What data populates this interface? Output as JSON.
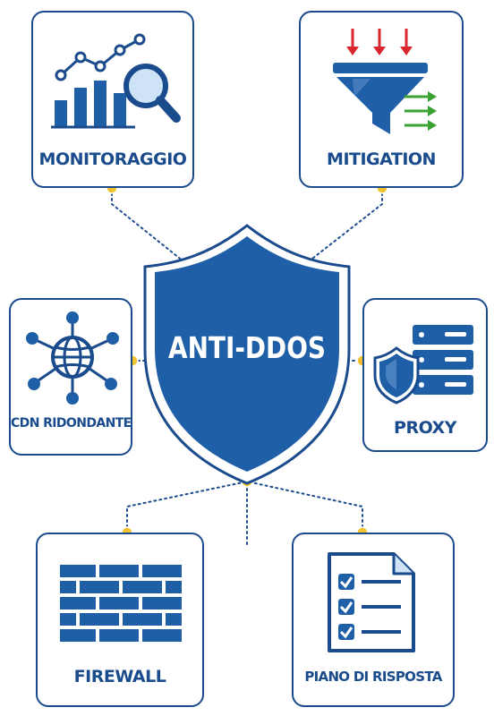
{
  "center": {
    "label": "ANTI-DDOS"
  },
  "nodes": {
    "monitoraggio": {
      "label": "MONITORAGGIO"
    },
    "mitigation": {
      "label": "MITIGATION"
    },
    "cdn": {
      "label": "CDN RIDONDANTE"
    },
    "proxy": {
      "label": "PROXY"
    },
    "firewall": {
      "label": "FIREWALL"
    },
    "piano": {
      "label": "PIANO DI RISPOSTA"
    }
  },
  "colors": {
    "primary": "#1a4b8c",
    "shield_fill": "#1f5fa8",
    "accent_dot": "#f2c230",
    "arrow_down": "#d8262e",
    "arrow_out": "#3aa336",
    "magnifier_glass": "#cfe3f7"
  },
  "icons": {
    "monitoraggio": "chart-magnifier-icon",
    "mitigation": "funnel-filter-icon",
    "cdn": "globe-network-icon",
    "proxy": "server-shield-icon",
    "firewall": "brick-wall-icon",
    "piano": "checklist-document-icon"
  }
}
